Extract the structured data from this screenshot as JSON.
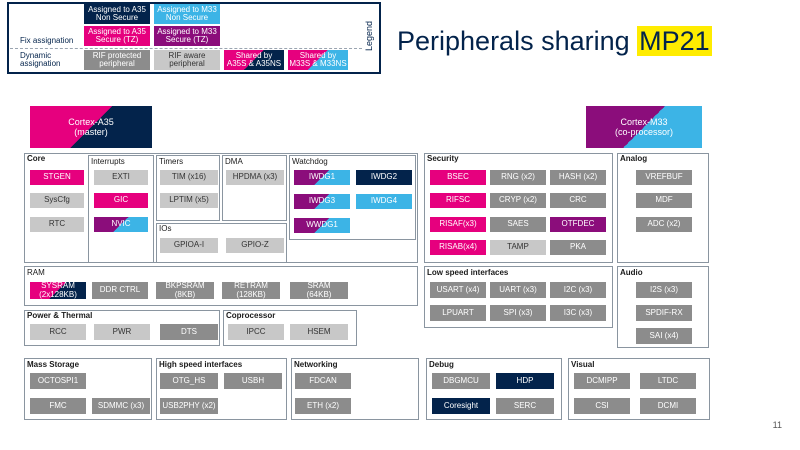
{
  "legend": {
    "title": "Legend",
    "rows": {
      "fix": "Fix assignation",
      "dynamic": "Dynamic\nassignation"
    },
    "items": {
      "a35_nonsecure": "Assigned to A35\nNon Secure",
      "m33_nonsecure": "Assigned to M33\nNon Secure",
      "a35_secure": "Assigned to A35\nSecure (TZ)",
      "m33_secure": "Assigned to M33\nSecure (TZ)",
      "rif_protected": "RIF protected\nperipheral",
      "rif_aware": "RIF aware\nperipheral",
      "shared_a35": "Shared by\nA35S & A35NS",
      "shared_m33": "Shared by\nM33S & M33NS"
    },
    "colors": {
      "navy": "#03234b",
      "cyan": "#3cb4e6",
      "pink": "#e6007e",
      "purple": "#8b0d7b",
      "gray": "#8c8c8c",
      "light_gray": "#c8c8c8"
    }
  },
  "title": {
    "prefix": "Peripherals sharing ",
    "highlight": "MP21"
  },
  "cores": {
    "a35": "Cortex-A35\n(master)",
    "m33": "Cortex-M33\n(co-processor)"
  },
  "groups": {
    "core": "Core",
    "interrupts": "Interrupts",
    "timers": "Timers",
    "dma": "DMA",
    "watchdog": "Watchdog",
    "ios": "IOs",
    "ram": "RAM",
    "power": "Power & Thermal",
    "coprocessor": "Coprocessor",
    "security": "Security",
    "analog": "Analog",
    "low_speed": "Low speed interfaces",
    "audio": "Audio",
    "mass_storage": "Mass Storage",
    "high_speed": "High speed interfaces",
    "networking": "Networking",
    "debug": "Debug",
    "visual": "Visual"
  },
  "blocks": {
    "stgen": "STGEN",
    "syscfg": "SysCfg",
    "rtc": "RTC",
    "exti": "EXTI",
    "gic": "GIC",
    "nvic": "NVIC",
    "tim": "TIM (x16)",
    "lptim": "LPTIM (x5)",
    "hpdma": "HPDMA (x3)",
    "iwdg1": "IWDG1",
    "iwdg2": "IWDG2",
    "iwdg3": "IWDG3",
    "iwdg4": "IWDG4",
    "wwdg1": "WWDG1",
    "gpioai": "GPIOA-I",
    "gpioz": "GPIO-Z",
    "sysram": "SYSRAM\n(2x128KB)",
    "ddrctrl": "DDR CTRL",
    "bkpsram": "BKPSRAM\n(8KB)",
    "retram": "RETRAM\n(128KB)",
    "sram": "SRAM\n(64KB)",
    "rcc": "RCC",
    "pwr": "PWR",
    "dts": "DTS",
    "ipcc": "IPCC",
    "hsem": "HSEM",
    "bsec": "BSEC",
    "rng": "RNG (x2)",
    "hash": "HASH (x2)",
    "rifsc": "RIFSC",
    "cryp": "CRYP (x2)",
    "crc": "CRC",
    "risaf": "RISAF(x3)",
    "saes": "SAES",
    "otfdec": "OTFDEC",
    "risab": "RISAB(x4)",
    "tamp": "TAMP",
    "pka": "PKA",
    "vrefbuf": "VREFBUF",
    "mdf": "MDF",
    "adc": "ADC (x2)",
    "usart": "USART (x4)",
    "uart": "UART (x3)",
    "i2c": "I2C (x3)",
    "lpuart": "LPUART",
    "spi": "SPI (x3)",
    "i3c": "I3C (x3)",
    "i2s": "I2S (x3)",
    "spdif": "SPDIF-RX",
    "sai": "SAI (x4)",
    "octospi": "OCTOSPI1",
    "fmc": "FMC",
    "sdmmc": "SDMMC (x3)",
    "otghs": "OTG_HS",
    "usbh": "USBH",
    "usb2phy": "USB2PHY (x2)",
    "fdcan": "FDCAN",
    "eth": "ETH (x2)",
    "dbgmcu": "DBGMCU",
    "hdp": "HDP",
    "coresight": "Coresight",
    "serc": "SERC",
    "dcmipp": "DCMIPP",
    "ltdc": "LTDC",
    "csi": "CSI",
    "dcmi": "DCMI"
  },
  "page_number": "11"
}
